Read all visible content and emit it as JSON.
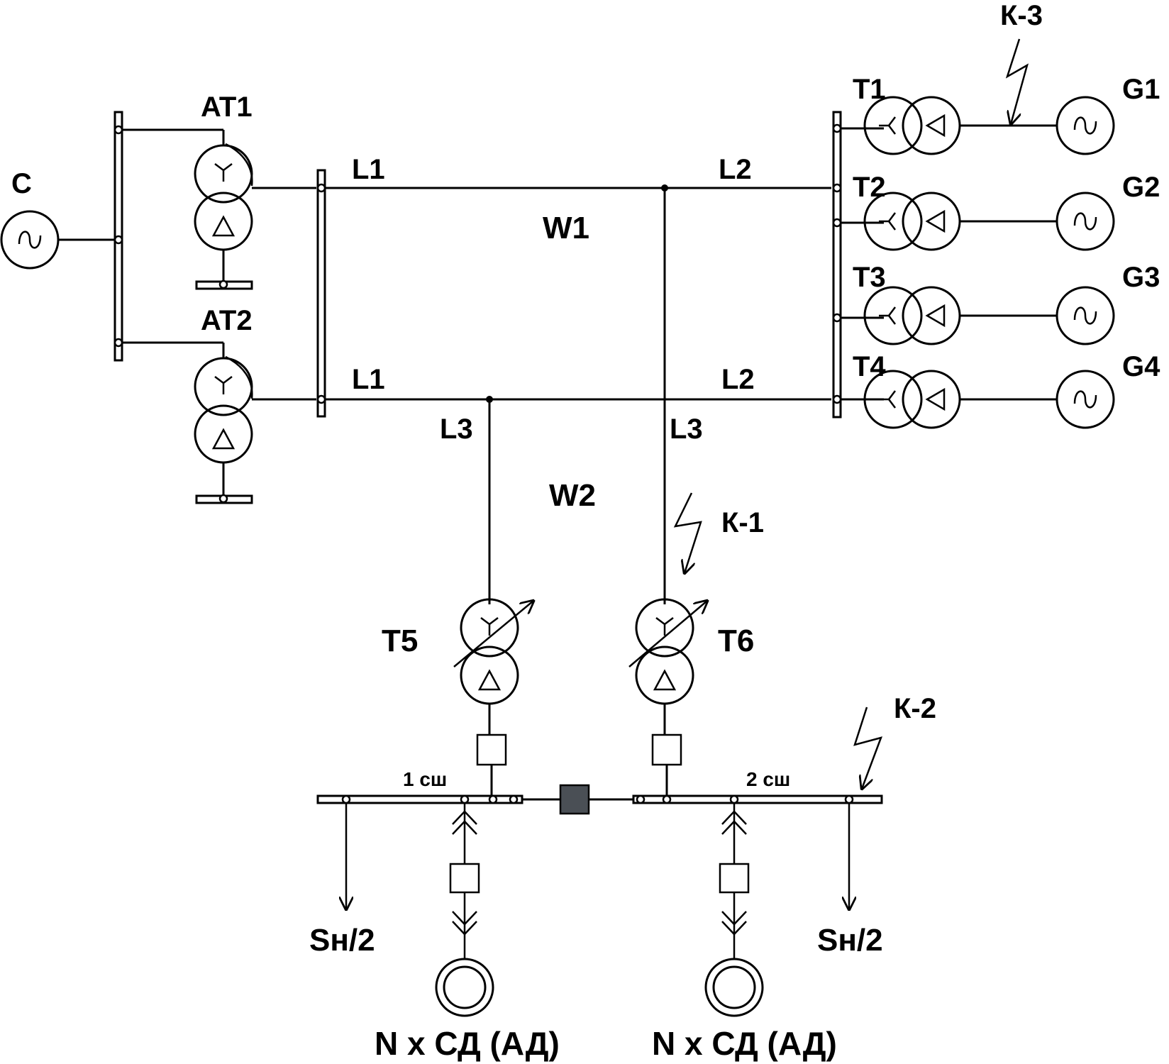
{
  "labels": {
    "source": "C",
    "at1": "AT1",
    "at2": "AT2",
    "w1": "W1",
    "w2": "W2",
    "l1_top": "L1",
    "l2_top": "L2",
    "l1_bottom": "L1",
    "l2_bottom": "L2",
    "l3_left": "L3",
    "l3_right": "L3",
    "t1": "T1",
    "t2": "T2",
    "t3": "T3",
    "t4": "T4",
    "t5": "T5",
    "t6": "T6",
    "g1": "G1",
    "g2": "G2",
    "g3": "G3",
    "g4": "G4",
    "k1": "К-1",
    "k2": "К-2",
    "k3": "К-3",
    "bus1": "1 сш",
    "bus2": "2 сш",
    "load_left": "Sн/2",
    "load_right": "Sн/2",
    "motor_left": "N x СД (АД)",
    "motor_right": "N x СД (АД)"
  }
}
